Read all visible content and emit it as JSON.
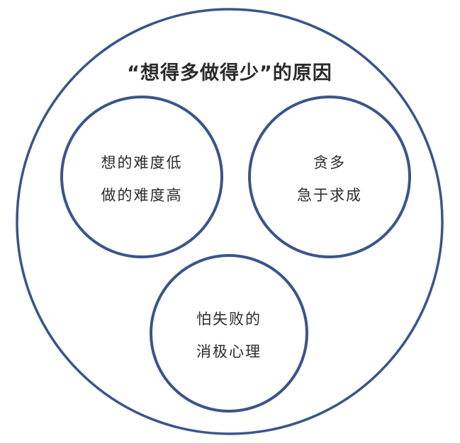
{
  "diagram": {
    "title": "“想得多做得少”的原因",
    "circles": [
      {
        "lines": [
          "想的难度低",
          "做的难度高"
        ]
      },
      {
        "lines": [
          "贪多",
          "急于求成"
        ]
      },
      {
        "lines": [
          "怕失败的",
          "消极心理"
        ]
      }
    ],
    "colors": {
      "stroke": "#3a5589",
      "text": "#2b2b2b",
      "background": "#ffffff"
    }
  }
}
